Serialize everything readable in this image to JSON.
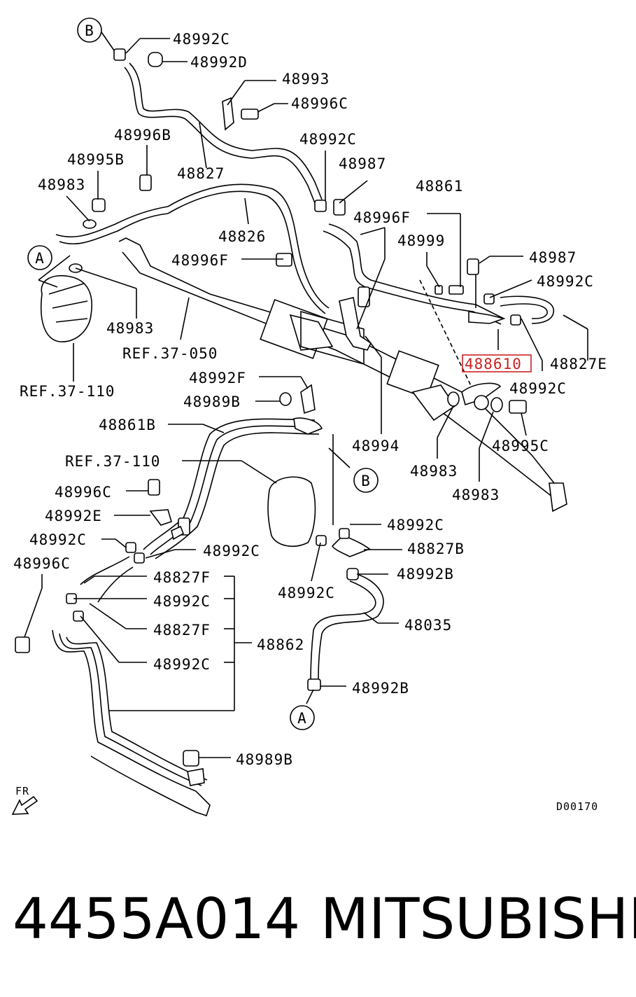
{
  "labels": {
    "l01": "48992C",
    "l02": "48992D",
    "l03": "48993",
    "l04": "48996C",
    "l05": "48996B",
    "l06": "48827",
    "l07": "48992C",
    "l08": "48987",
    "l09": "48995B",
    "l10": "48983",
    "l11": "48826",
    "l12": "48861",
    "l13": "48996F",
    "l14": "48999",
    "l15": "48996F",
    "l16": "48987",
    "l17": "48992C",
    "l18": "48983",
    "l19": "REF.37-050",
    "l20": "48827E",
    "l21": "488610",
    "l22": "REF.37-110",
    "l23": "48992F",
    "l24": "48992C",
    "l25": "48989B",
    "l26": "48861B",
    "l27": "48994",
    "l28": "48995C",
    "l29": "REF.37-110",
    "l30": "48983",
    "l31": "48983",
    "l32": "48996C",
    "l33": "48992E",
    "l34": "48992C",
    "l35": "48992C",
    "l36": "48992C",
    "l37": "48827B",
    "l38": "48996C",
    "l39": "48827F",
    "l40": "48992B",
    "l41": "48992C",
    "l42": "48992C",
    "l43": "48035",
    "l44": "48827F",
    "l45": "48862",
    "l46": "48992C",
    "l47": "48992B",
    "l48": "48989B"
  },
  "callouts": {
    "b_top": "B",
    "a_left": "A",
    "b_mid": "B",
    "a_bottom": "A"
  },
  "fr": "FR",
  "code": "D00170",
  "caption": {
    "part_number": "4455A014",
    "brand": "MITSUBISHI"
  },
  "colors": {
    "highlight_box": "#cc2222"
  }
}
